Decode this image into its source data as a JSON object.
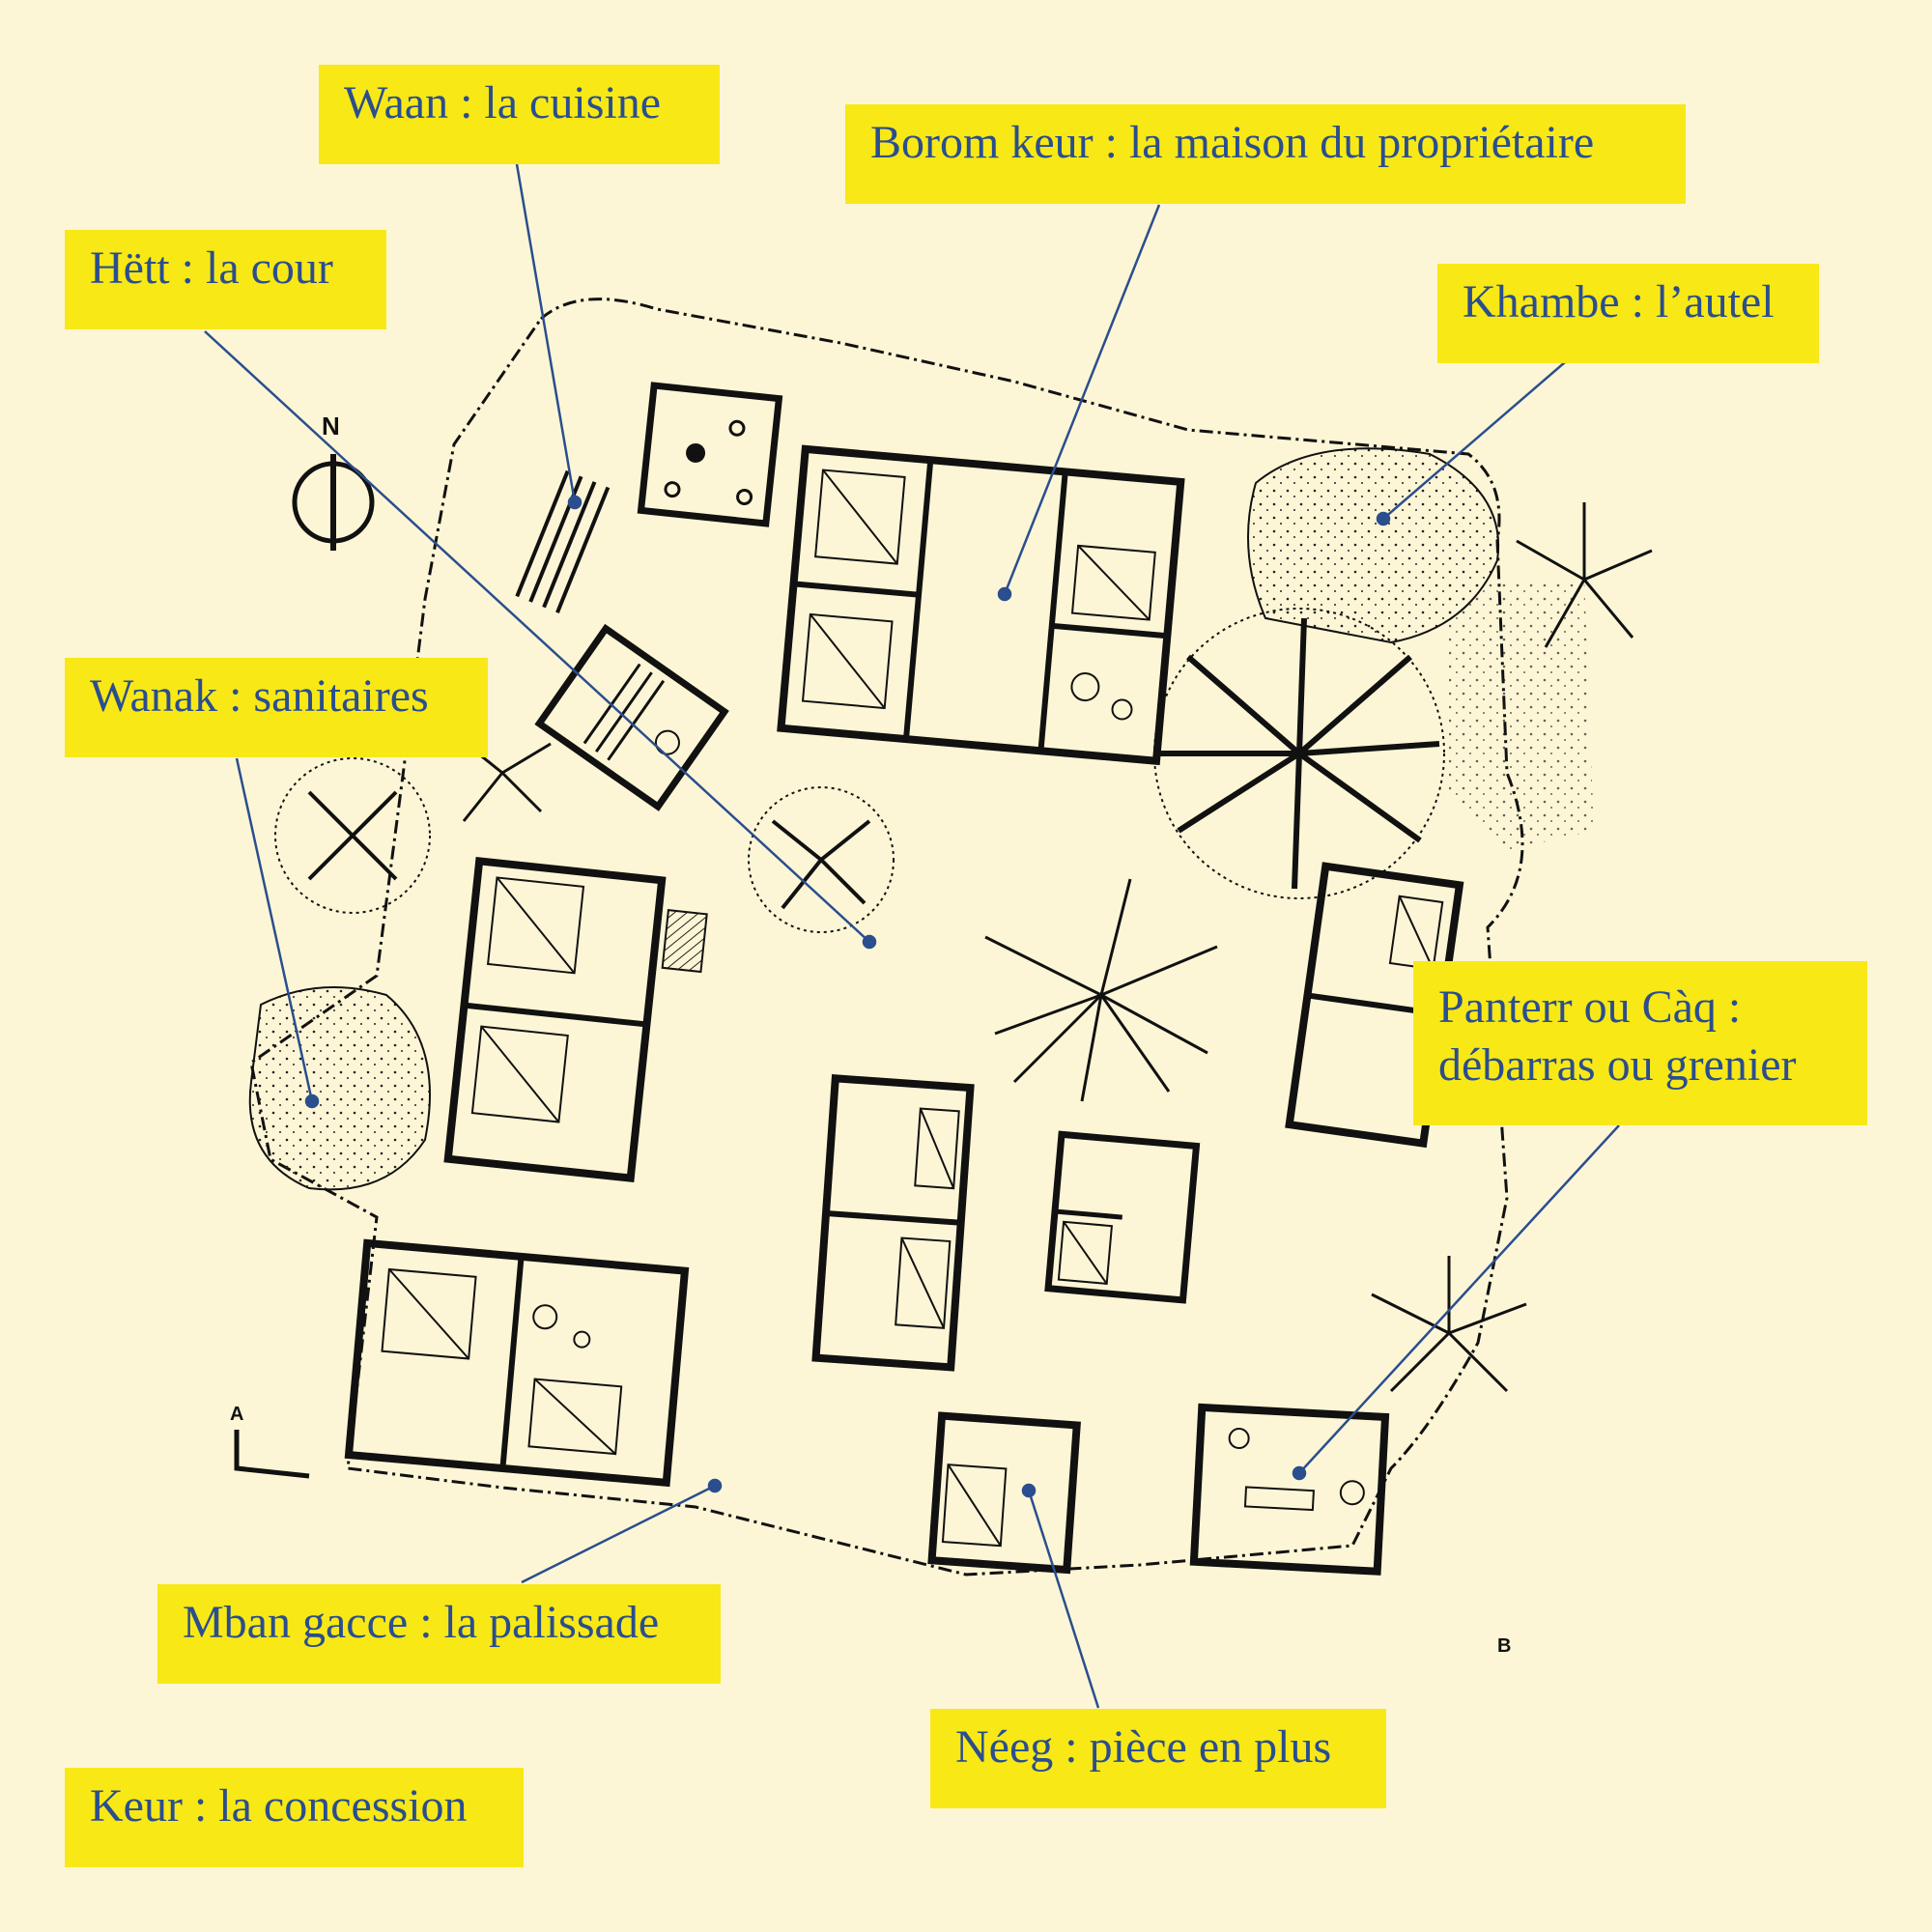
{
  "labels": {
    "waan": "Waan : la cuisine",
    "borom_keur": "Borom keur : la maison du propriétaire",
    "hett": "Hëtt : la cour",
    "khambe": "Khambe : l’autel",
    "wanak": "Wanak : sanitaires",
    "panterr_line1": "Panterr ou Càq :",
    "panterr_line2": "débarras ou grenier",
    "mban_gacce": "Mban gacce : la palissade",
    "neeg": "Néeg : pièce en plus",
    "keur": "Keur : la concession"
  },
  "plan_marks": {
    "north": "N",
    "section_a": "A",
    "section_b": "B"
  },
  "colors": {
    "background": "#fdf6d6",
    "label_fill": "#f8e816",
    "label_text": "#2a4e8e",
    "leader": "#2a4e8e",
    "ink": "#111111"
  }
}
